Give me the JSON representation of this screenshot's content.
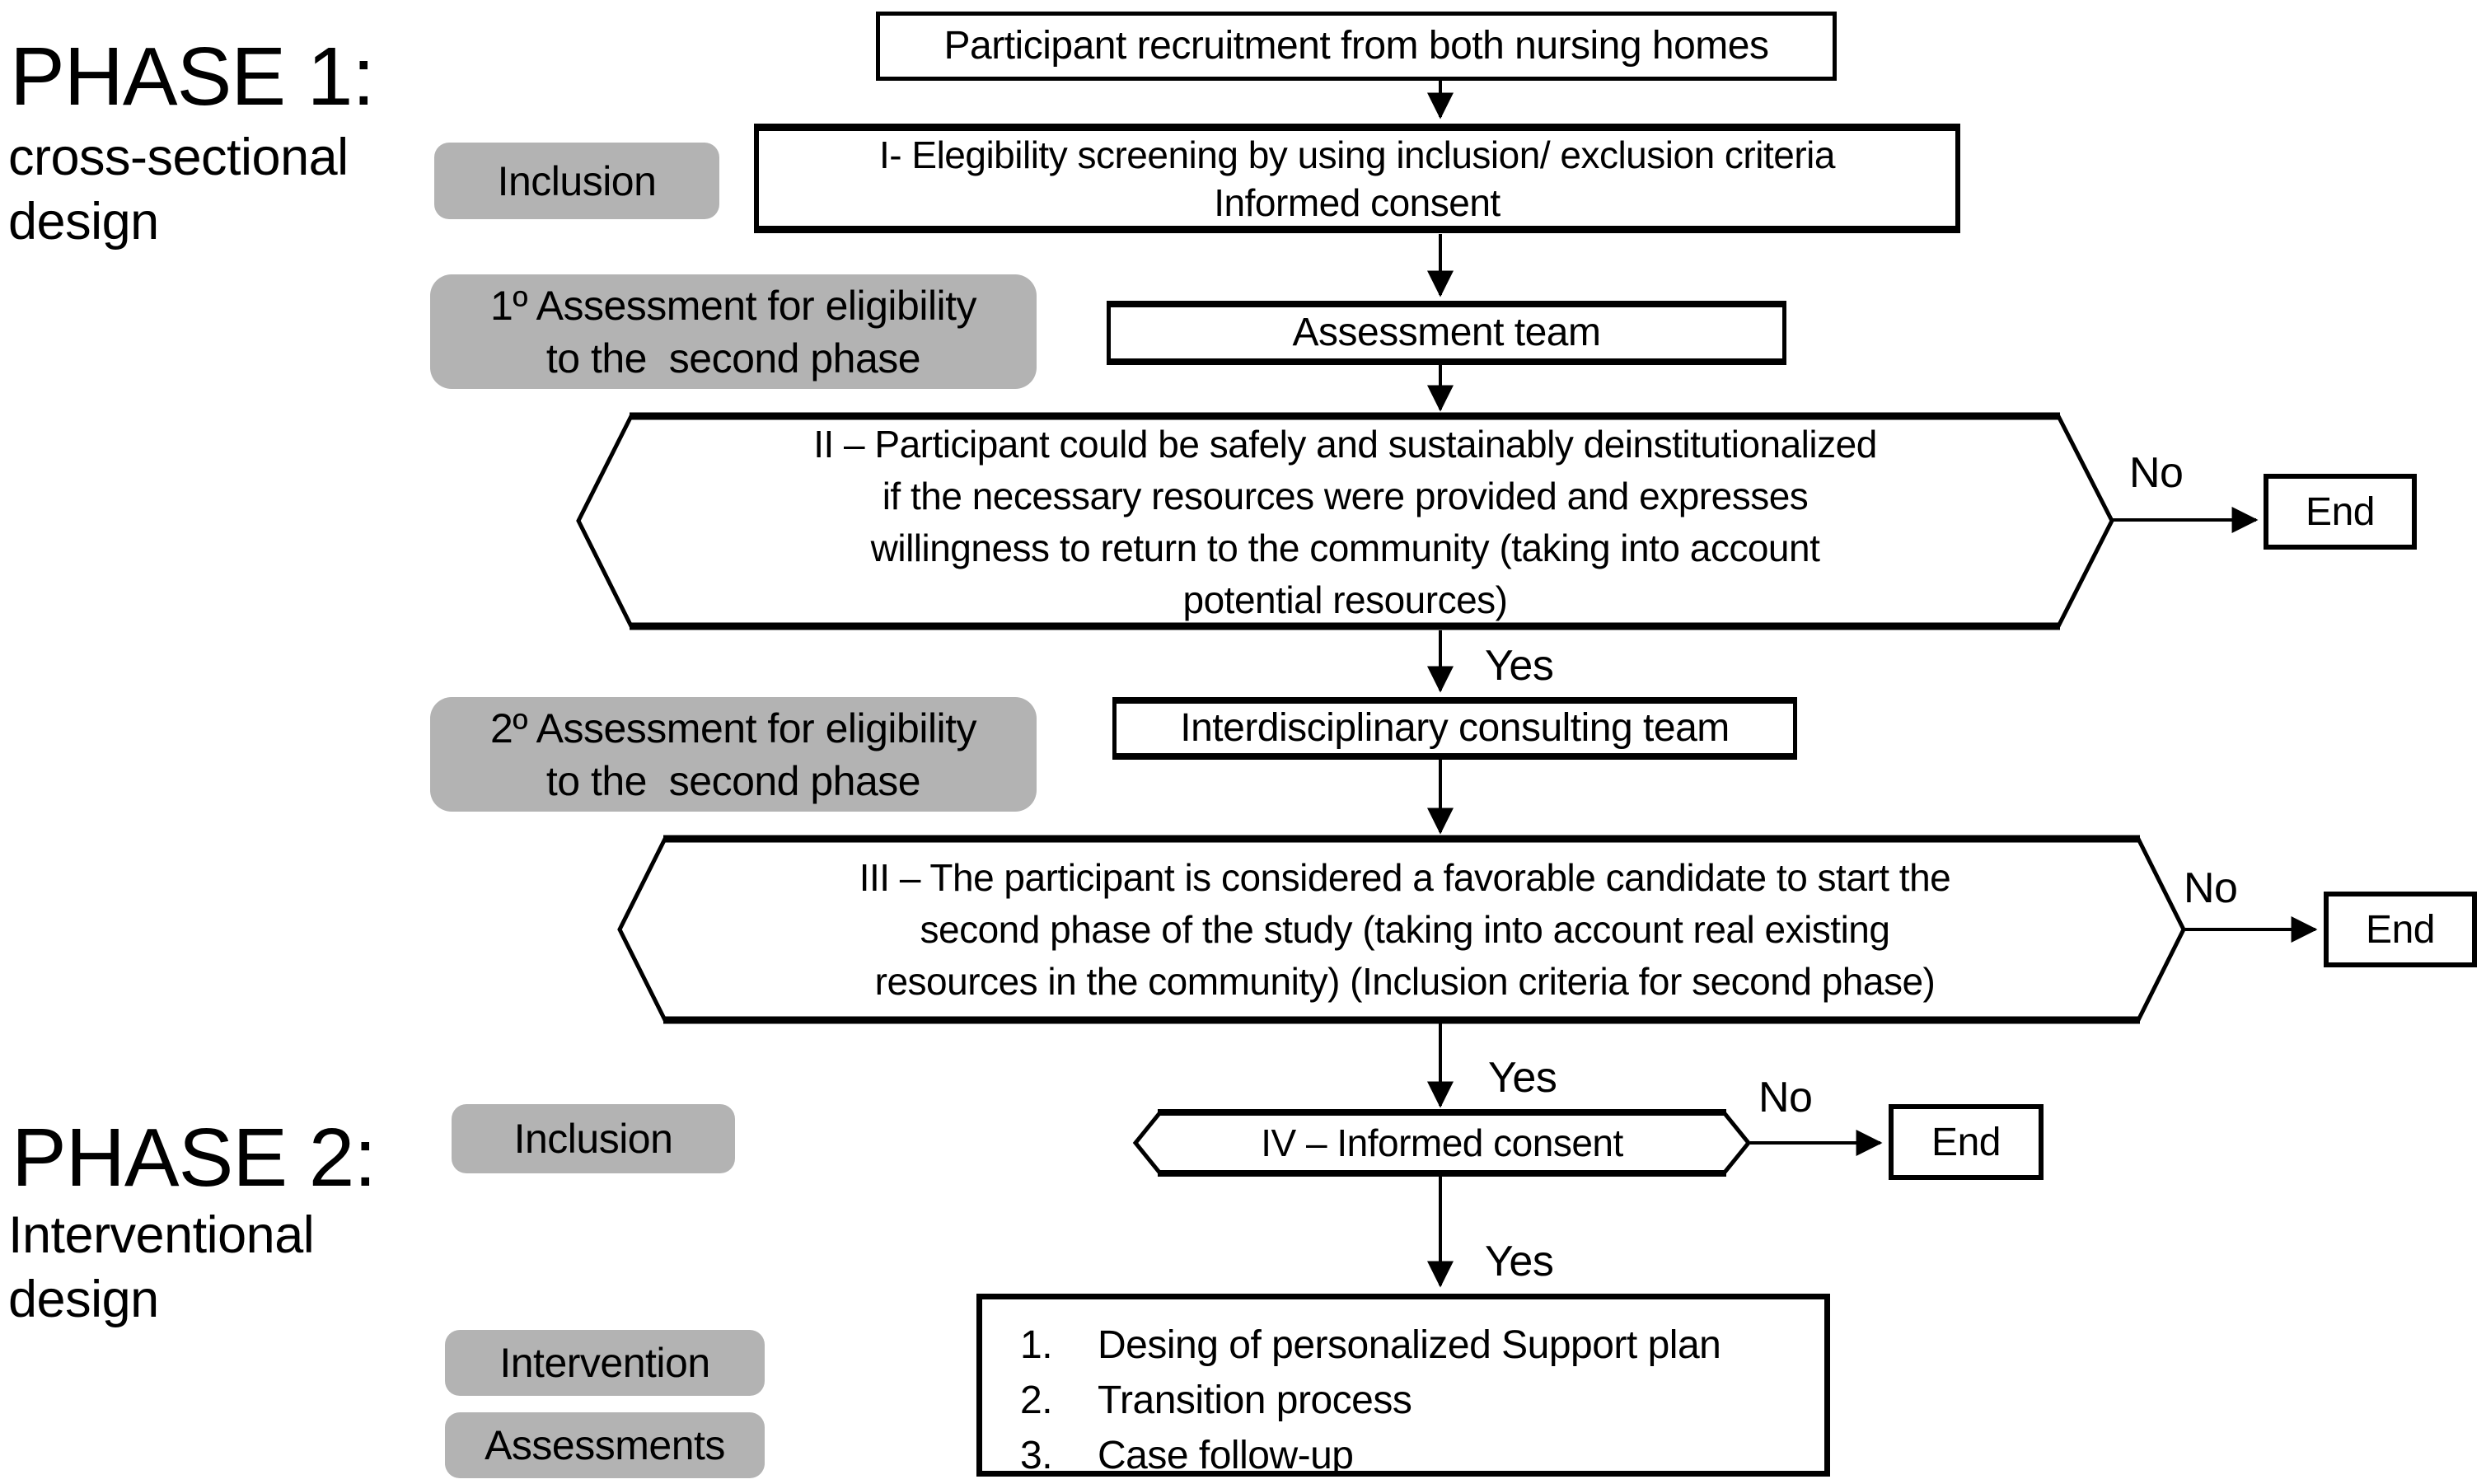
{
  "figure": {
    "bg": "#ffffff",
    "ink": "#000000",
    "label_bg": "#b3b3b3"
  },
  "phase1": {
    "title": "PHASE 1:",
    "subtitle": [
      "cross-sectional",
      "design"
    ]
  },
  "phase2": {
    "title": "PHASE 2:",
    "subtitle": [
      "Interventional",
      "design"
    ]
  },
  "stage_labels": {
    "inclusion1": "Inclusion",
    "assessment1": [
      "1º Assessment for eligibility",
      "to the  second phase"
    ],
    "assessment2": [
      "2º Assessment for eligibility",
      "to the  second phase"
    ],
    "inclusion2": "Inclusion",
    "intervention": "Intervention",
    "assessments": "Assessments"
  },
  "nodes": {
    "recruitment": "Participant recruitment from both nursing homes",
    "screening": [
      "I- Elegibility screening by using inclusion/ exclusion criteria",
      "Informed consent"
    ],
    "assessment_team": "Assessment team",
    "decision_ii": [
      "II – Participant could be safely and sustainably deinstitutionalized",
      "if the necessary resources were provided and expresses",
      "willingness to return to the community (taking into account",
      "potential resources)"
    ],
    "consulting_team": "Interdisciplinary consulting team",
    "decision_iii": [
      "III – The participant is considered a favorable candidate to start the",
      "second phase of the study (taking into account real existing",
      "resources in the community) (Inclusion criteria for second phase)"
    ],
    "decision_iv": "IV – Informed consent",
    "plan_steps": [
      {
        "num": "1.",
        "label": "Desing of personalized Support plan"
      },
      {
        "num": "2.",
        "label": "Transition process"
      },
      {
        "num": "3.",
        "label": "Case follow-up"
      }
    ],
    "end_label": "End"
  },
  "edges": {
    "yes": "Yes",
    "no": "No"
  }
}
